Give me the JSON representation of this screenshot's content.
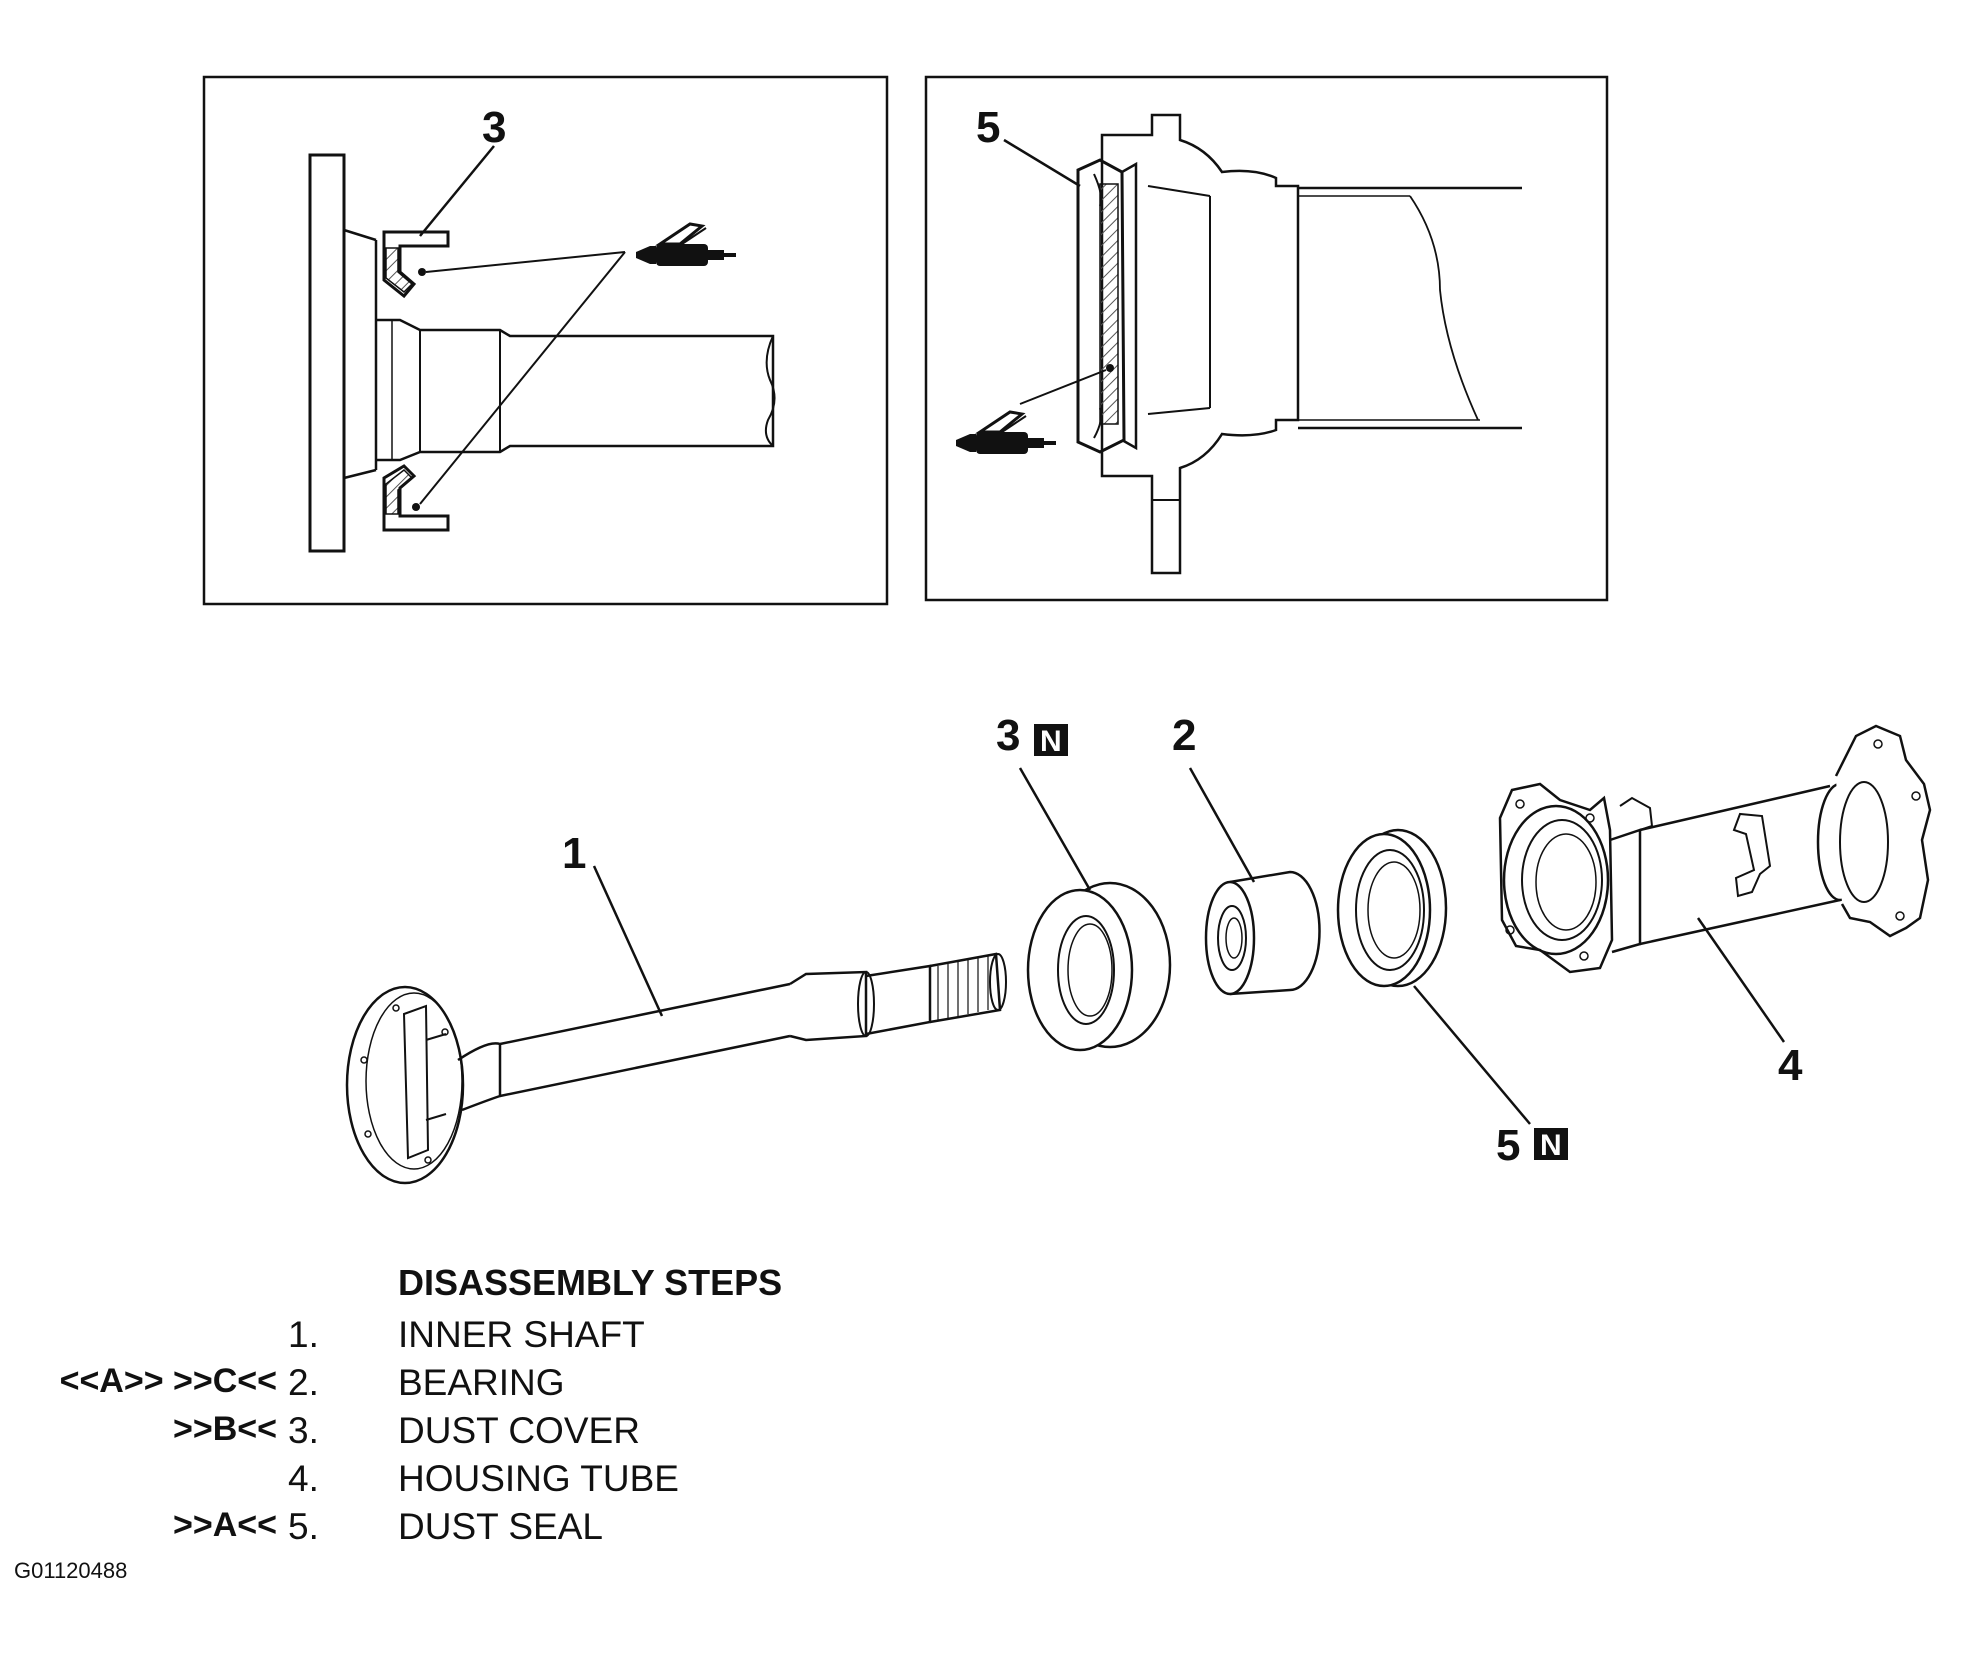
{
  "detail_left": {
    "callout": "3"
  },
  "detail_right": {
    "callout": "5"
  },
  "exploded_view": {
    "callouts": {
      "inner_shaft": "1",
      "bearing": "2",
      "dust_cover": "3",
      "housing_tube": "4",
      "dust_seal": "5"
    },
    "new_part_badge": "N"
  },
  "steps": {
    "title": "DISASSEMBLY STEPS",
    "items": [
      {
        "codes": "",
        "number": "1.",
        "name": "INNER SHAFT"
      },
      {
        "codes": "<<A>> >>C<<",
        "number": "2.",
        "name": "BEARING"
      },
      {
        "codes": ">>B<<",
        "number": "3.",
        "name": "DUST COVER"
      },
      {
        "codes": "",
        "number": "4.",
        "name": "HOUSING TUBE"
      },
      {
        "codes": ">>A<<",
        "number": "5.",
        "name": "DUST SEAL"
      }
    ]
  },
  "figure_id": "G01120488",
  "icons": [
    "grease-gun-icon",
    "new-part-badge"
  ],
  "colors": {
    "ink": "#111111",
    "background": "#ffffff",
    "hatch": "#555555"
  }
}
